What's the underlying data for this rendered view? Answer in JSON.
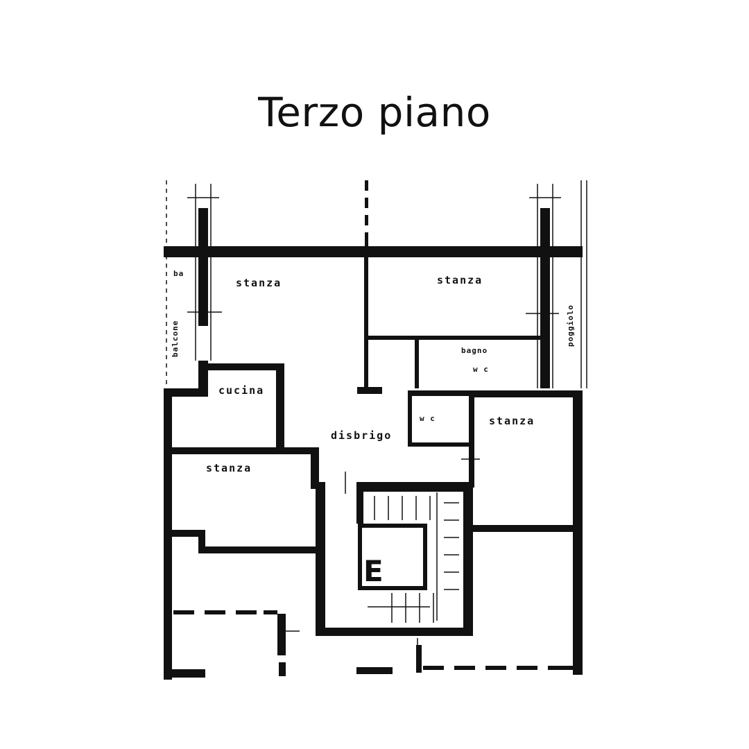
{
  "title": "Terzo piano",
  "rooms": {
    "stanza_top_left": "stanza",
    "stanza_top_right": "stanza",
    "bagno": "bagno",
    "bagno_wc": "w c",
    "cucina": "cucina",
    "disbrigo": "disbrigo",
    "wc": "w c",
    "stanza_mid_right": "stanza",
    "stanza_left": "stanza",
    "stair_mark": "E",
    "balcony_left": "balcone",
    "balcony_right": "poggiolo",
    "corner_mark": "ba"
  },
  "colors": {
    "wall": "#111111",
    "background": "#ffffff"
  }
}
